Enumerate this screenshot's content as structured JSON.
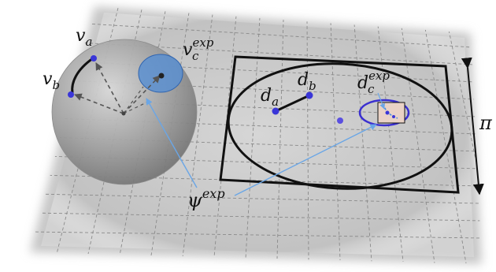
{
  "labels": {
    "va": {
      "base": "v",
      "sub": "a"
    },
    "vb": {
      "base": "v",
      "sub": "b"
    },
    "vc": {
      "base": "v",
      "sub": "c",
      "sup": "exp"
    },
    "da": {
      "base": "d",
      "sub": "a"
    },
    "db": {
      "base": "d",
      "sub": "b"
    },
    "dc": {
      "base": "d",
      "sub": "c",
      "sup": "exp"
    },
    "psi": {
      "base": "ψ",
      "sup": "exp"
    },
    "pi": "π"
  },
  "colors": {
    "plane": "#c8c8c8",
    "grid": "#8a8a8a",
    "sphere": "#a6a6a6",
    "point": "#3a36d8",
    "cap": "#5b8fd0",
    "arrow": "#6aa6e6",
    "ellipse_highlight": "#3a2fd0",
    "patch": "#e9d2c6"
  }
}
